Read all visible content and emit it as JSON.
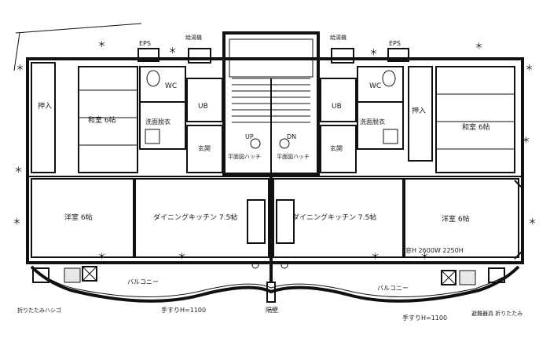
{
  "plan": {
    "left_unit": {
      "closet": "押入",
      "washitsu": "和室 6帖",
      "wc": "WC",
      "ub": "UB",
      "washroom": "洗面脱衣",
      "entrance": "玄関",
      "youshitsu": "洋室 6帖",
      "dining_kitchen": "ダイニングキッチン 7.5帖"
    },
    "right_unit": {
      "closet": "押入",
      "washitsu": "和室 6帖",
      "wc": "WC",
      "ub": "UB",
      "washroom": "洗面脱衣",
      "entrance": "玄関",
      "youshitsu": "洋室 6帖",
      "dining_kitchen": "ダイニングキッチン 7.5帖",
      "dimension_note": "窓H 2600W 2250H"
    },
    "shared": {
      "eps_left": "EPS",
      "eps_right": "EPS",
      "gas_meter_left": "給湯機",
      "gas_meter_right": "給湯機",
      "up": "UP",
      "dn": "DN",
      "hatch_left": "平面図ハッチ",
      "hatch_right": "平面図ハッチ",
      "balcony_left": "バルコニー",
      "balcony_right": "バルコニー",
      "railing_left": "手すりH=1100",
      "railing_right": "手すりH=1100",
      "center_label": "隔壁",
      "foldable_ladder_left": "折りたたみハシゴ",
      "foldable_ladder_right": "避難器具 折りたたみ"
    }
  }
}
